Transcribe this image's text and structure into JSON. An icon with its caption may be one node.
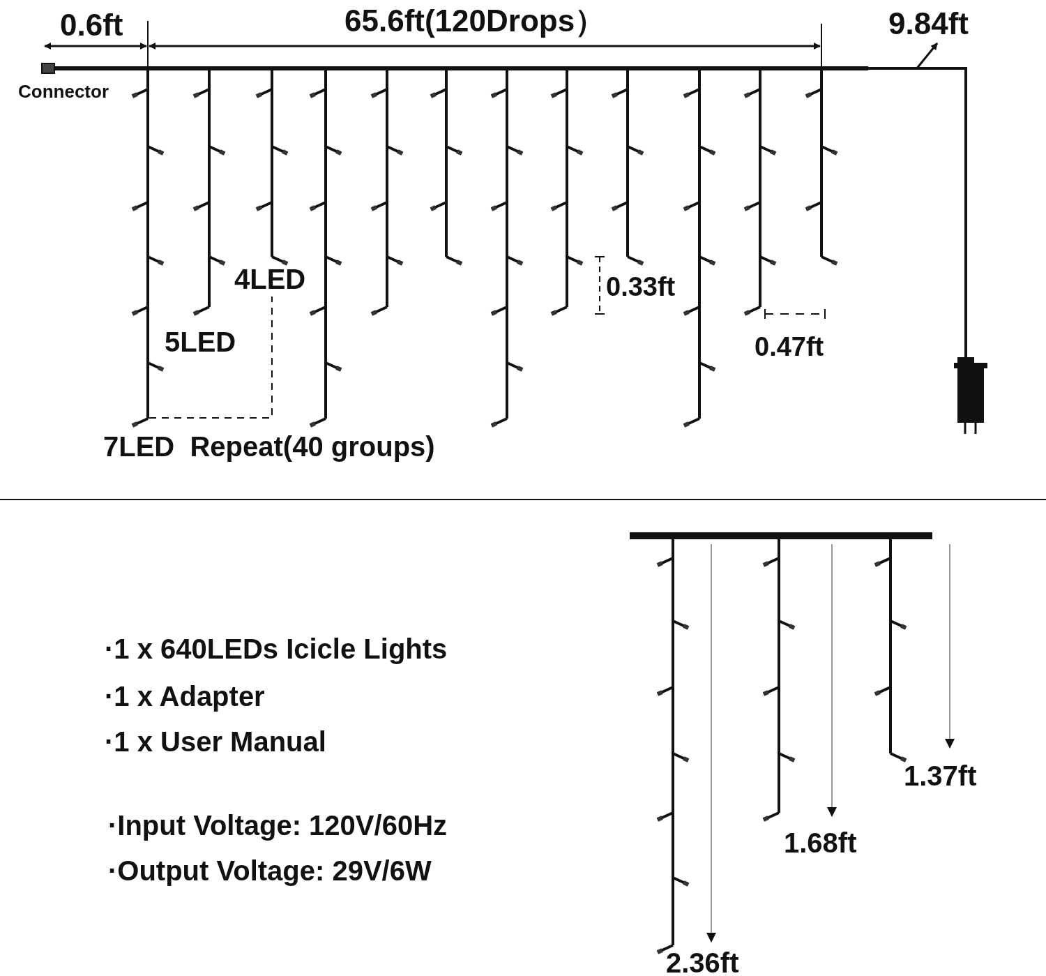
{
  "diagram": {
    "labels": [
      "0.6ft",
      "65.6ft(120Drops）",
      "9.84ft",
      "Connector",
      "4LED",
      "0.33ft",
      "5LED",
      "0.47ft",
      "7LED  Repeat(40 groups)",
      "·1 x 640LEDs Icicle Lights",
      "·1 x Adapter",
      "·1 x User Manual",
      "·Input Voltage: 120V/60Hz",
      "·Output Voltage: 29V/6W",
      "1.37ft",
      "1.68ft",
      "2.36ft"
    ]
  }
}
